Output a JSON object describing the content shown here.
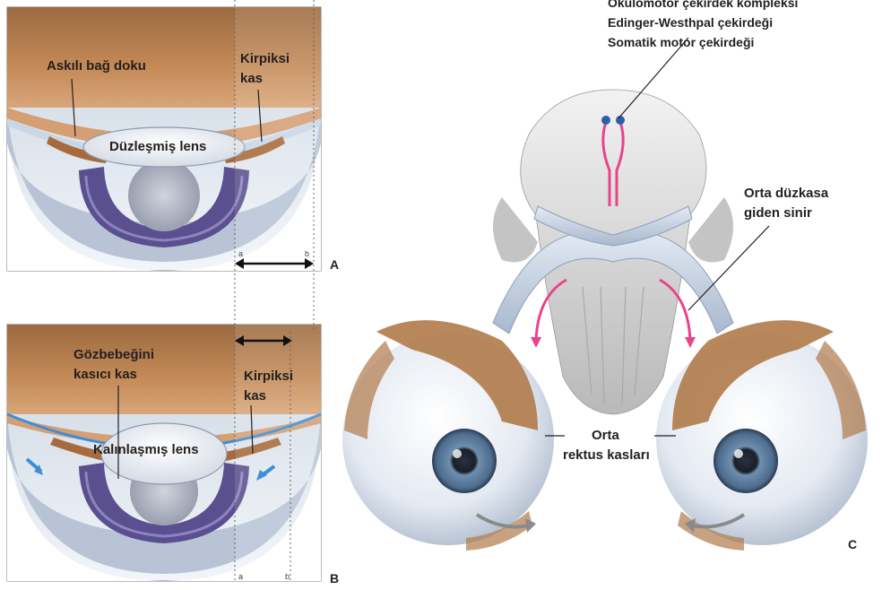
{
  "panel_a": {
    "letter": "A",
    "label_suspensory": "Askılı bağ doku",
    "label_ciliary": [
      "Kirpiksi",
      "kas"
    ],
    "label_lens": "Düzleşmiş lens",
    "tick_a": "a",
    "tick_b": "b"
  },
  "panel_b": {
    "letter": "B",
    "label_pupil": [
      "Gözbebeğini",
      "kasıcı kas"
    ],
    "label_ciliary": [
      "Kirpiksi",
      "kas"
    ],
    "label_lens": "Kalınlaşmış lens",
    "tick_a": "a",
    "tick_b": "b"
  },
  "panel_c": {
    "letter": "C",
    "label_nuclei": [
      "Okulomotor çekirdek kompleksi",
      "Edinger-Westhpal çekirdeği",
      "Somatik motor çekirdeği"
    ],
    "label_nerve": [
      "Orta düzkasa",
      "giden sinir"
    ],
    "label_rectus": [
      "Orta",
      "rektus kasları"
    ]
  },
  "colors": {
    "muscle_brown": "#b07a4a",
    "sclera": "#e6ebf2",
    "iris_purple": "#5a4f8f",
    "nerve_blue": "#c9d6e6",
    "pathway_pink": "#e8448a",
    "arrow_blue": "#3c8fd6"
  }
}
